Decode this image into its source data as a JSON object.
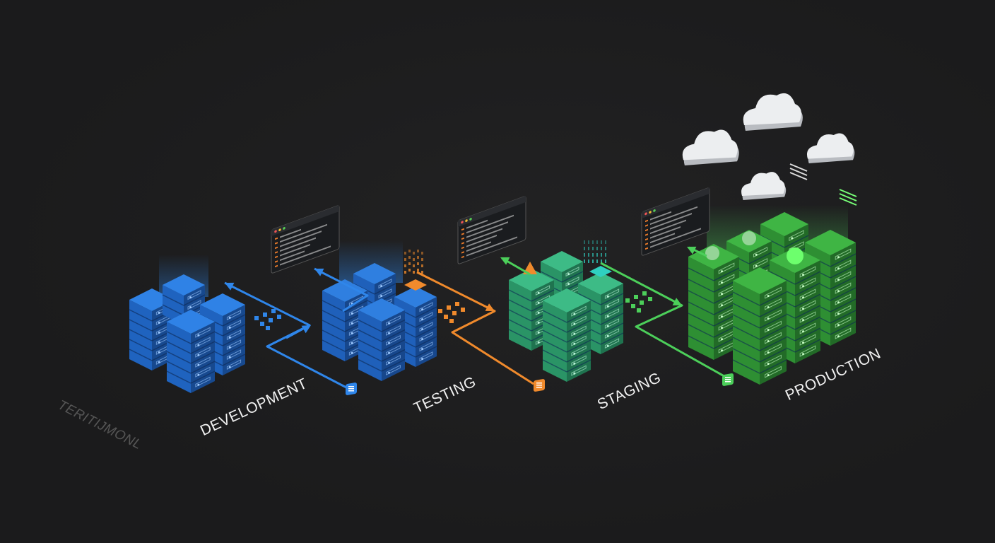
{
  "stages": [
    {
      "label": "DEVELOPMENT",
      "color": "#2f82e6",
      "left": "#1f63bf",
      "right": "#17498f",
      "slot": "#9cc8ff"
    },
    {
      "label": "TESTING",
      "color": "#2f7fe0",
      "left": "#1f60ba",
      "right": "#17478c",
      "slot": "#9cc8ff",
      "accent": "#f08a2c"
    },
    {
      "label": "STAGING",
      "color": "#3dbb86",
      "left": "#2a9466",
      "right": "#1f734f",
      "slot": "#b9f5d8"
    },
    {
      "label": "PRODUCTION",
      "color": "#3fb544",
      "left": "#2e8f33",
      "right": "#226b27",
      "slot": "#c8ffc8"
    }
  ],
  "ghost_label": "TERITIJMONL",
  "arrow_colors": {
    "dev": "#2f86ea",
    "test": "#f08a2c",
    "stage": "#4ccf5a"
  }
}
